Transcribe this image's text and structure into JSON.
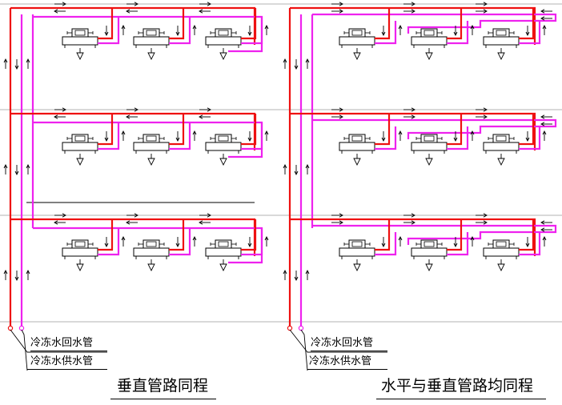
{
  "left": {
    "return_label": "冷冻水回水管",
    "supply_label": "冷冻水供水管",
    "title": "垂直管路同程"
  },
  "right": {
    "return_label": "冷冻水回水管",
    "supply_label": "冷冻水供水管",
    "title": "水平与垂直管路均同程"
  },
  "colors": {
    "return_pipe": "#ee1111",
    "supply_pipe": "#ee22ee",
    "floor_line": "#9a9a9a",
    "ink": "#000000"
  },
  "floors": 3,
  "units_per_floor": 3
}
